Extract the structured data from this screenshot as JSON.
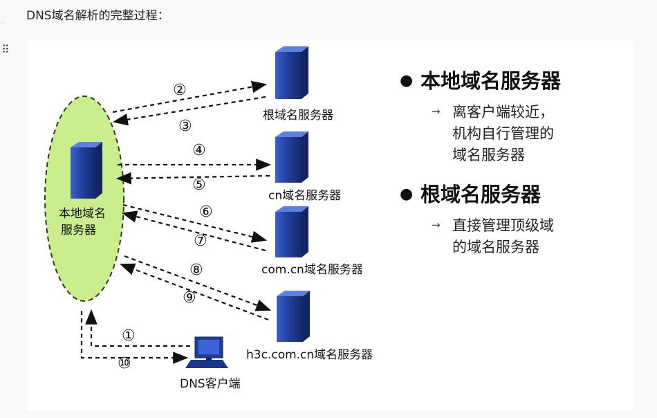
{
  "heading": "DNS域名解析的完整过程：",
  "servers": {
    "local": [
      "本地域名",
      "服务器"
    ],
    "root": "根域名服务器",
    "cn": "cn域名服务器",
    "comcn": "com.cn域名服务器",
    "h3c": "h3c.com.cn域名服务器",
    "client": "DNS客户端"
  },
  "steps": [
    "②",
    "③",
    "④",
    "⑤",
    "⑥",
    "⑦",
    "⑧",
    "⑨",
    "①",
    "⑩"
  ],
  "bullets": [
    {
      "title": "本地域名服务器",
      "lines": [
        "离客户端较近，",
        "机构自行管理的",
        "域名服务器"
      ]
    },
    {
      "title": "根域名服务器",
      "lines": [
        "直接管理顶级域",
        "的域名服务器"
      ]
    }
  ],
  "colors": {
    "ellipse_fill": "#c9ee8b",
    "server_blue": "#1f3f99",
    "arrow": "#111111"
  }
}
